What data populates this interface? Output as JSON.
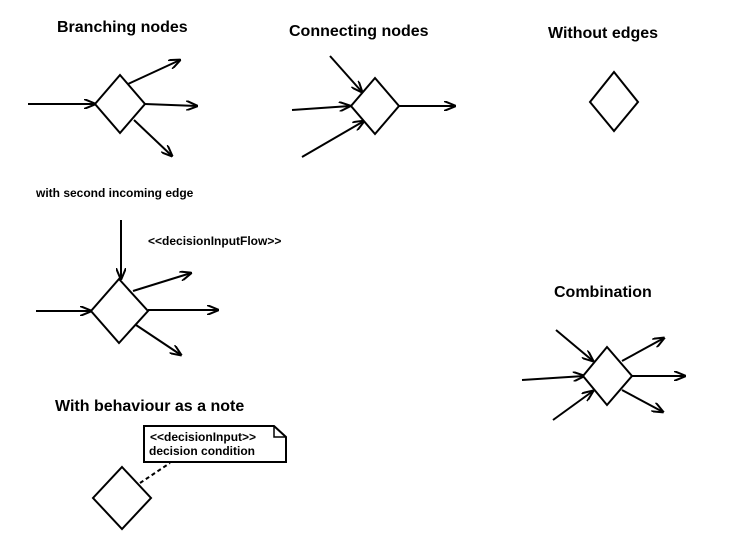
{
  "diagram": {
    "labels": {
      "branching": "Branching nodes",
      "connecting": "Connecting nodes",
      "without_edges": "Without edges",
      "second_incoming": "with second incoming edge",
      "decision_input_flow": "<<decisionInputFlow>>",
      "combination": "Combination",
      "behaviour_note": "With behaviour as a note",
      "note_stereotype": "<<decisionInput>>",
      "note_condition": "decision condition"
    },
    "colors": {
      "stroke": "#000000",
      "background": "#ffffff"
    }
  }
}
